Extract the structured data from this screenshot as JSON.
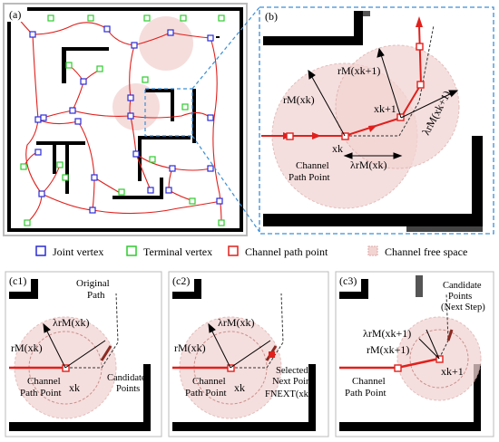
{
  "panels": {
    "a": "(a)",
    "b": "(b)",
    "c1": "(c1)",
    "c2": "(c2)",
    "c3": "(c3)"
  },
  "legend": {
    "joint_vertex": "Joint vertex",
    "terminal_vertex": "Terminal vertex",
    "channel_path_point": "Channel path point",
    "channel_free_space": "Channel free space"
  },
  "b": {
    "r_xk": "rM(xk)",
    "r_xk1": "rM(xk+1)",
    "lambda_r_xk": "λrM(xk)",
    "lambda_r_xk1": "λrM(xk+1)",
    "xk": "xk",
    "xk1": "xk+1",
    "channel_path_point": [
      "Channel",
      "Path Point"
    ]
  },
  "c1": {
    "original_path": [
      "Original",
      "Path"
    ],
    "lambda_r": "λrM(xk)",
    "r": "rM(xk)",
    "channel_path_point": [
      "Channel",
      "Path Point"
    ],
    "xk": "xk",
    "candidate_points": [
      "Candidate",
      "Points"
    ]
  },
  "c2": {
    "lambda_r": "λrM(xk)",
    "r": "rM(xk)",
    "channel_path_point": [
      "Channel",
      "Path Point"
    ],
    "xk": "xk",
    "selected": [
      "Selected",
      "Next Point",
      "FNEXT(xk)"
    ]
  },
  "c3": {
    "candidate_points": [
      "Candidate",
      "Points",
      "(Next Step)"
    ],
    "lambda_r": "λrM(xk+1)",
    "r": "rM(xk+1)",
    "xk1": "xk+1",
    "channel_path_point": [
      "Channel",
      "Path Point"
    ]
  },
  "colors": {
    "joint": "#2b2bd6",
    "terminal": "#2ecc2e",
    "path": "#e0201c",
    "free_space": "#f2d5d3",
    "dash_frame": "#3a8fd8"
  }
}
